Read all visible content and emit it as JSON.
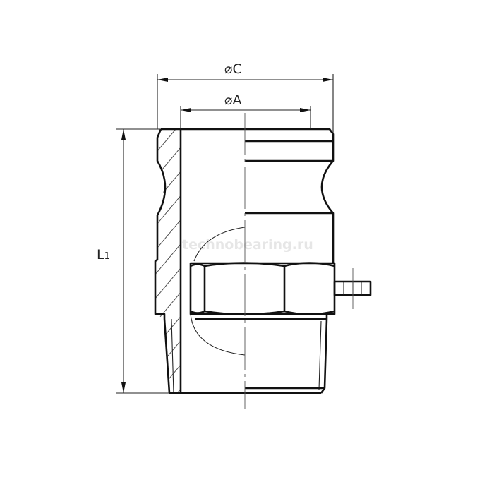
{
  "drawing": {
    "dimensions": {
      "outer_diameter_label": "⌀C",
      "inner_diameter_label": "⌀A",
      "length_label_main": "L",
      "length_label_sub": "1"
    },
    "watermark": "technobearing.ru",
    "line_color": "#111111"
  }
}
